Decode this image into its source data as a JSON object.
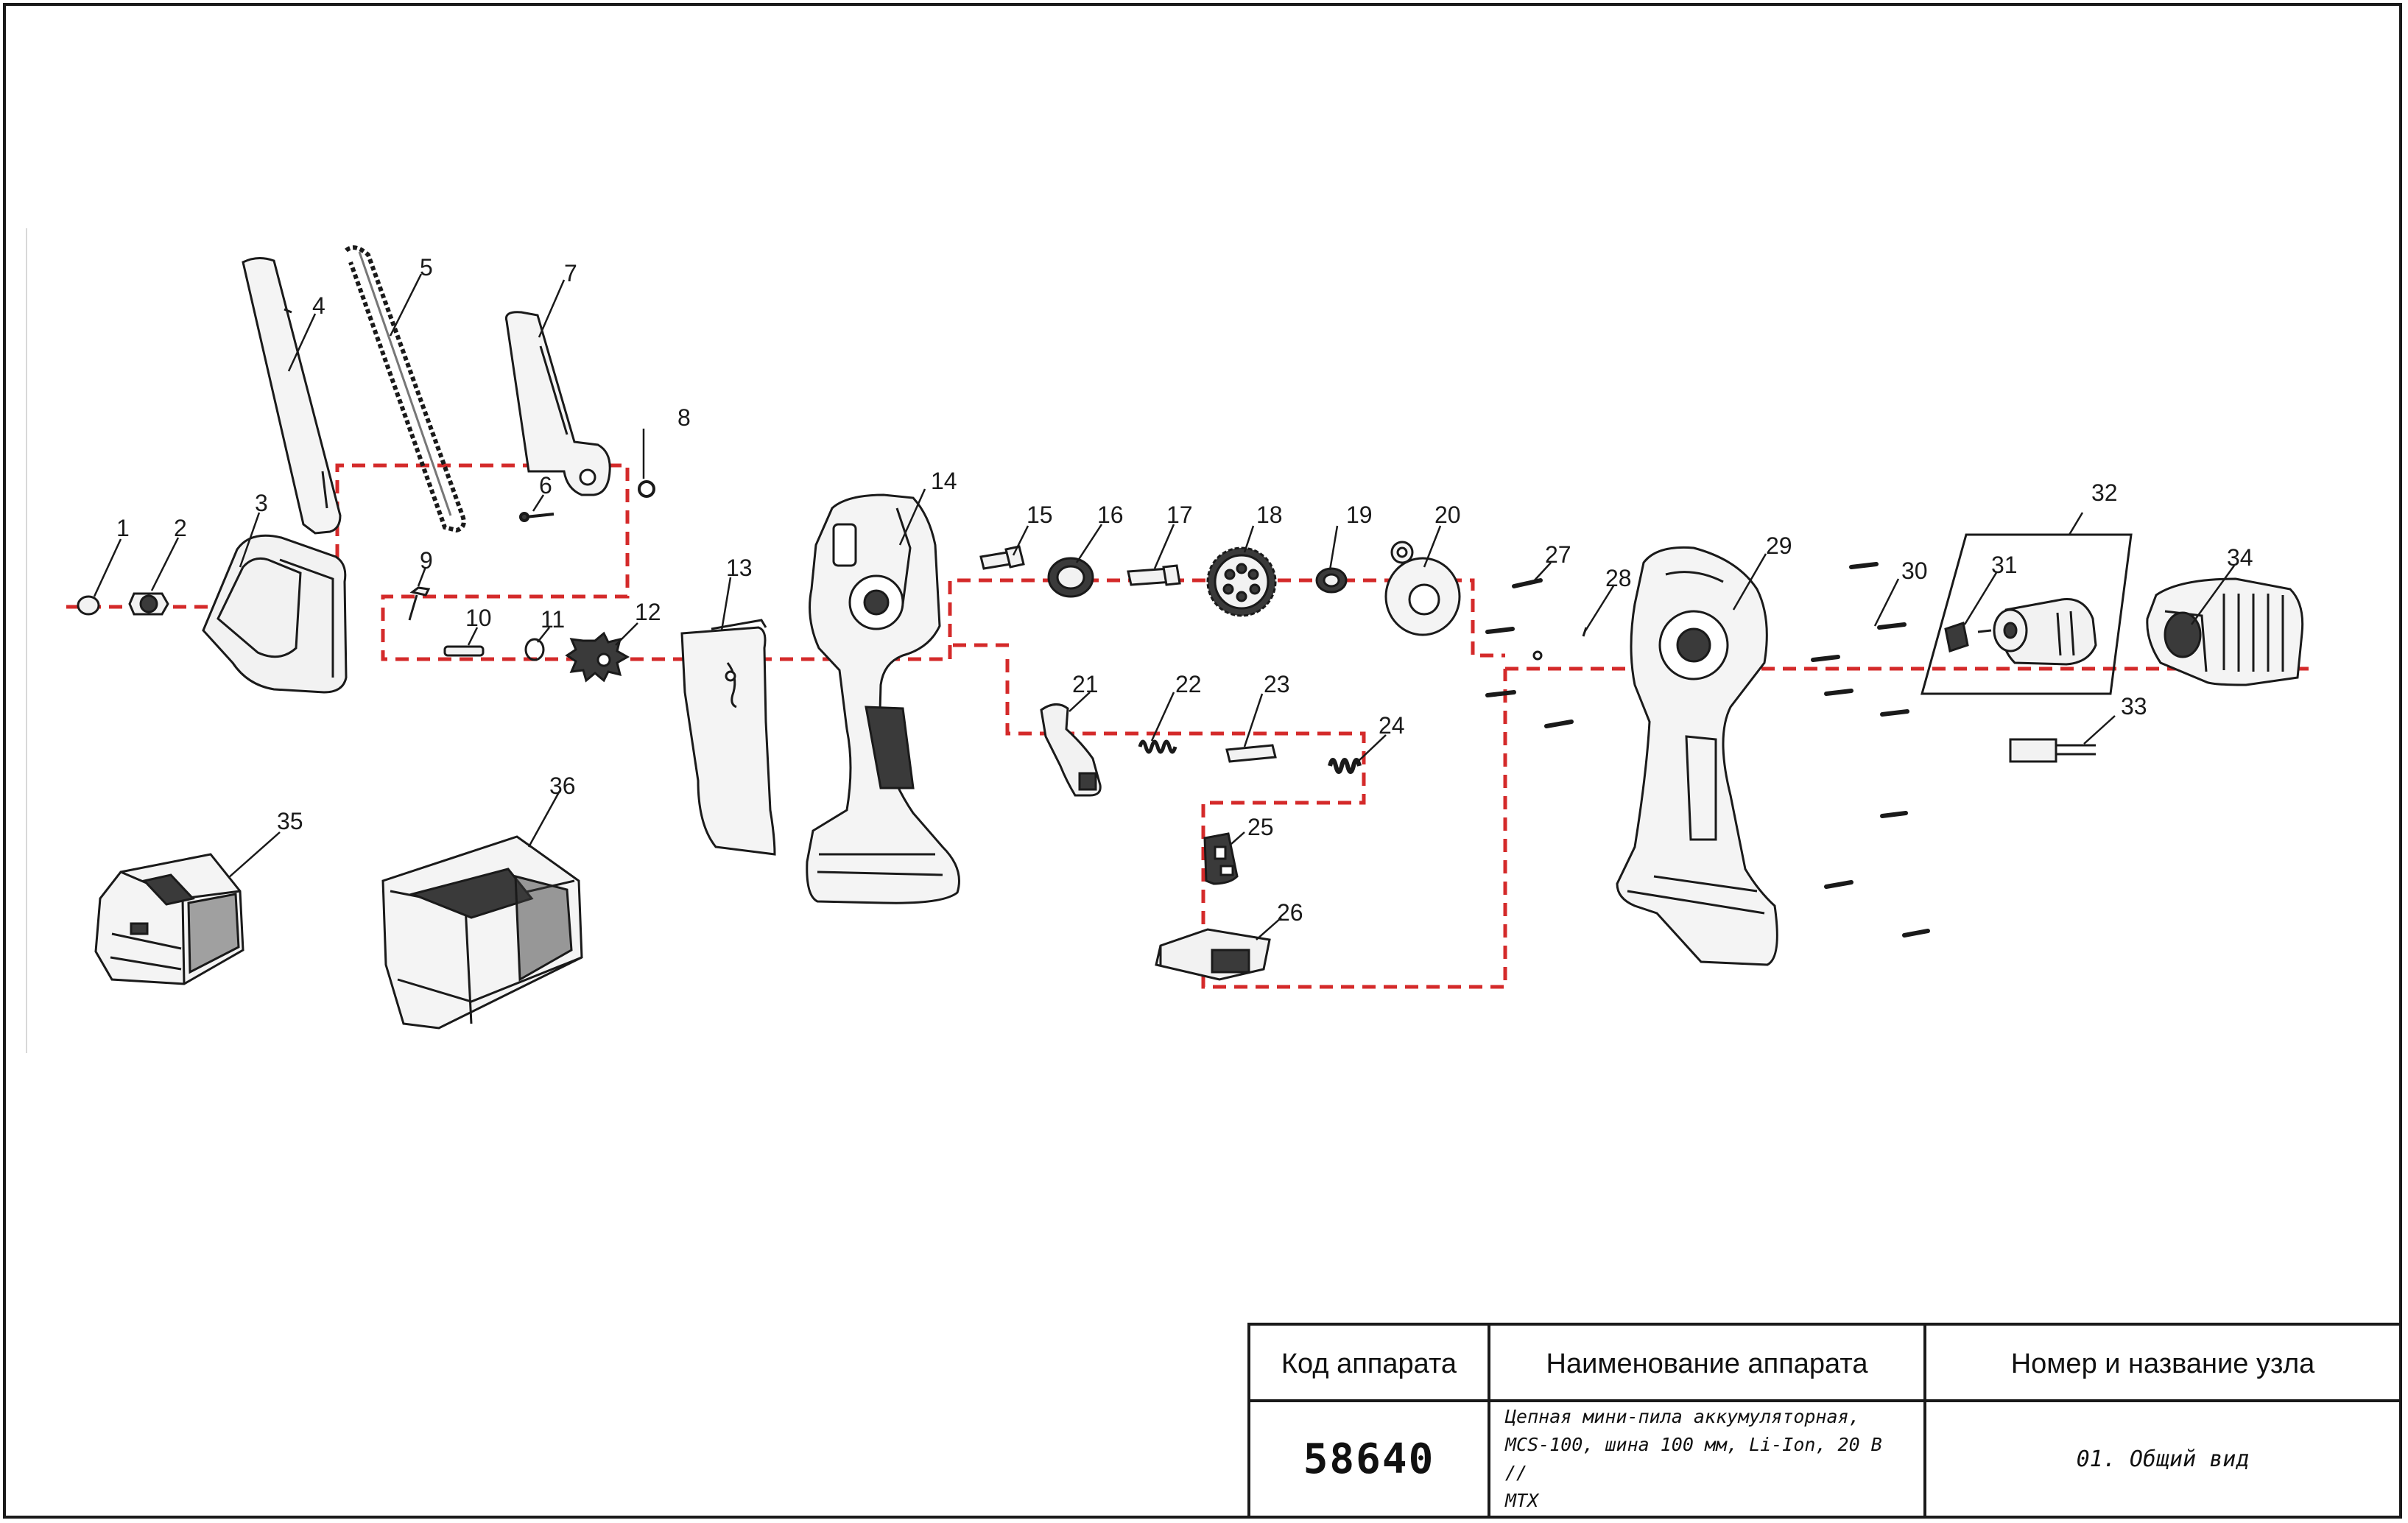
{
  "callouts": [
    "1",
    "2",
    "3",
    "4",
    "5",
    "6",
    "7",
    "8",
    "9",
    "10",
    "11",
    "12",
    "13",
    "14",
    "15",
    "16",
    "17",
    "18",
    "19",
    "20",
    "21",
    "22",
    "23",
    "24",
    "25",
    "26",
    "27",
    "28",
    "29",
    "30",
    "31",
    "32",
    "33",
    "34",
    "35",
    "36"
  ],
  "title_block": {
    "code_header": "Код аппарата",
    "name_header": "Наименование аппарата",
    "node_header": "Номер и название узла",
    "code": "58640",
    "name_line1": "Цепная мини-пила аккумуляторная,",
    "name_line2": "MCS-100, шина 100 мм, Li-Ion, 20 В //",
    "name_line3": "MTX",
    "node": "01. Общий вид"
  },
  "colors": {
    "assembly_line": "#d42a2a",
    "outline": "#1a1a1a",
    "part_fill": "#f2f2f2",
    "part_dark": "#3a3a3a"
  }
}
